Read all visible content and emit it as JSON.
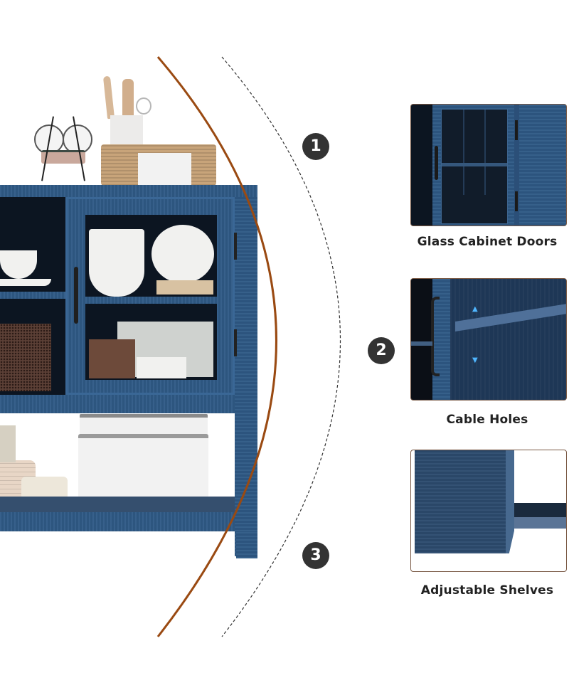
{
  "colors": {
    "cabinet_blue": "#2f5a86",
    "cabinet_interior": "#0c1521",
    "arc_brown": "#9a4a12",
    "badge_bg": "#333333",
    "card_border": "#7a5a45",
    "label_text": "#222222"
  },
  "product_image": {
    "description": "Navy blue sideboard cabinet with glass door, open shelves, and lower shelf holding dishes and storage bins"
  },
  "callouts": [
    {
      "number": "1",
      "icon": "number-badge-1"
    },
    {
      "number": "2",
      "icon": "number-badge-2"
    },
    {
      "number": "3",
      "icon": "number-badge-3"
    }
  ],
  "features": [
    {
      "label": "Glass Cabinet Doors",
      "image": "glass-door-closeup"
    },
    {
      "label": "Cable Holes",
      "image": "shelf-pin-holes-closeup"
    },
    {
      "label": "Adjustable Shelves",
      "image": "cabinet-leg-shelf-closeup"
    }
  ]
}
